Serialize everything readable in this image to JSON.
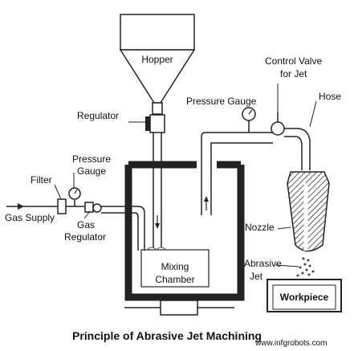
{
  "labels": {
    "hopper": "Hopper",
    "control_valve_line1": "Control Valve",
    "control_valve_line2": "for Jet",
    "hose": "Hose",
    "pressure_gauge_top": "Pressure Gauge",
    "regulator": "Regulator",
    "pressure_gauge_left_line1": "Pressure",
    "pressure_gauge_left_line2": "Gauge",
    "filter": "Filter",
    "gas_supply": "Gas Supply",
    "gas_regulator_line1": "Gas",
    "gas_regulator_line2": "Regulator",
    "nozzle": "Nozzle",
    "mixing_chamber_line1": "Mixing",
    "mixing_chamber_line2": "Chamber",
    "abrasive_jet_line1": "Abrasive",
    "abrasive_jet_line2": "Jet",
    "workpiece": "Workpiece"
  },
  "title": "Principle of Abrasive Jet Machining",
  "watermark": "www.infgrobots.com"
}
